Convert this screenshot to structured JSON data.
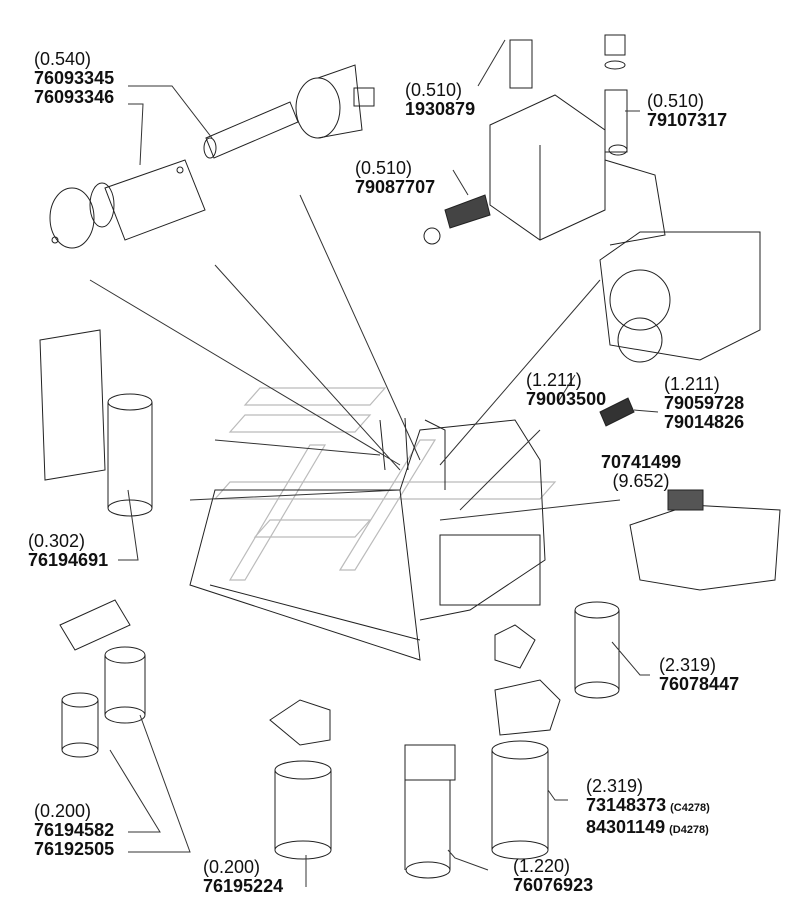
{
  "title": "Filters parts diagram - crawler dozer",
  "callouts": [
    {
      "id": "air-filter",
      "qty": "(0.540)",
      "parts": [
        "76093345",
        "76093346"
      ]
    },
    {
      "id": "tank-filter",
      "qty": "(0.510)",
      "parts": [
        "1930879"
      ]
    },
    {
      "id": "breather-filter",
      "qty": "(0.510)",
      "parts": [
        "79107317"
      ]
    },
    {
      "id": "suction-filter",
      "qty": "(0.510)",
      "parts": [
        "79087707"
      ]
    },
    {
      "id": "transmission-filter-a",
      "qty": "(1.211)",
      "parts": [
        "79003500"
      ]
    },
    {
      "id": "transmission-filter-b",
      "qty": "(1.211)",
      "parts": [
        "79059728",
        "79014826"
      ]
    },
    {
      "id": "cabin-filter",
      "qty": "(9.652)",
      "parts": [
        "70741499"
      ]
    },
    {
      "id": "hydraulic-filter",
      "qty": "(0.302)",
      "parts": [
        "76194691"
      ]
    },
    {
      "id": "inline-filter",
      "qty": "(2.319)",
      "parts": [
        "76078447"
      ]
    },
    {
      "id": "oil-filter",
      "qty": "(0.200)",
      "parts": [
        "76194582",
        "76192505"
      ]
    },
    {
      "id": "fuel-filter",
      "qty": "(0.200)",
      "parts": [
        "76195224"
      ]
    },
    {
      "id": "return-filter",
      "qty": "(1.220)",
      "parts": [
        "76076923"
      ]
    },
    {
      "id": "engine-filter",
      "qty": "(2.319)",
      "parts": [
        "73148373",
        "84301149"
      ],
      "variants": [
        "(C4278)",
        "(D4278)"
      ]
    }
  ]
}
